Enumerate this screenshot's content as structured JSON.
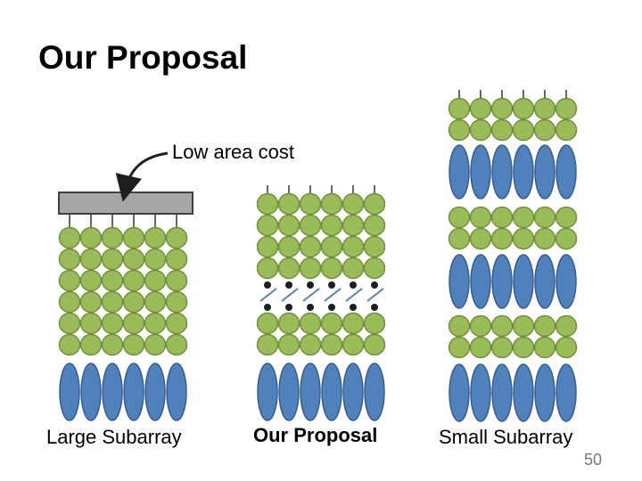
{
  "slide": {
    "title": "Our Proposal",
    "page_number": "50"
  },
  "annotation": {
    "text": "Low area cost"
  },
  "columns": [
    {
      "label": "Large Subarray",
      "bold": false
    },
    {
      "label": "Our Proposal",
      "bold": true
    },
    {
      "label": "Small Subarray",
      "bold": false
    }
  ],
  "colors": {
    "cell_fill": "#9bbb59",
    "cell_stroke": "#6f8f3a",
    "sense_amp_fill": "#4f81bd",
    "sense_amp_stroke": "#385d8a",
    "bar_fill": "#a6a6a6",
    "bar_stroke": "#404040",
    "isolation_dot": "#1f1f1f",
    "isolation_arrow": "#5b7fb0"
  }
}
